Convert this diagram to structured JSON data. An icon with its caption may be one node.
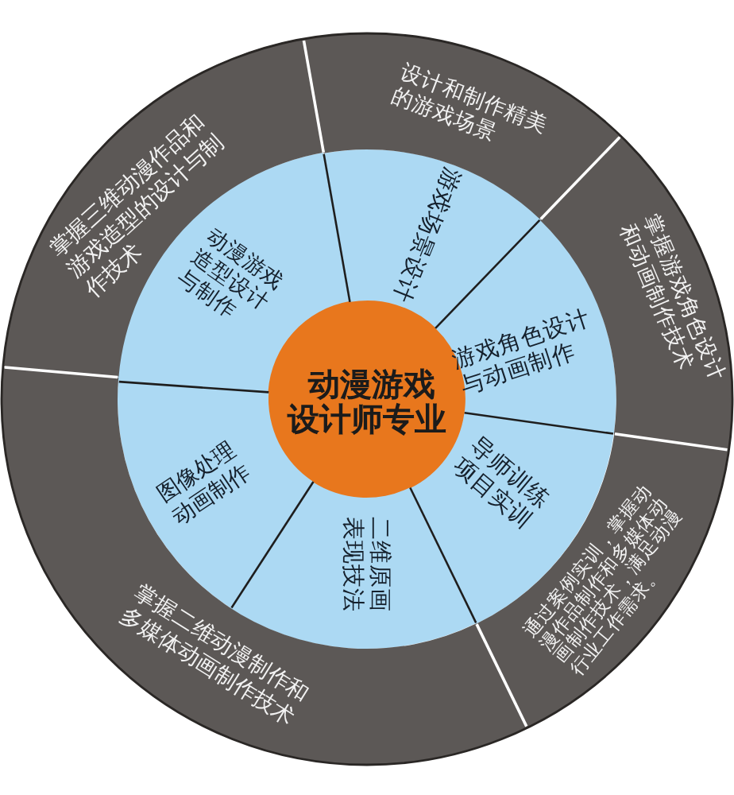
{
  "diagram": {
    "nodes": [
      {
        "text": [
          "动漫游戏设计师专业"
        ]
      },
      {
        "text": [
          "动漫游戏造型设计与制作"
        ]
      },
      {
        "text": [
          "游戏场景设计"
        ]
      },
      {
        "text": [
          "游戏角色设计与动画制作"
        ]
      },
      {
        "text": [
          "导师训练项目实训"
        ]
      },
      {
        "text": [
          "二维原画表现技法"
        ]
      },
      {
        "text": [
          "图像处理动画制作"
        ]
      },
      {
        "text": [
          "掌握三维动漫作品和游戏造型的设计与制作技术"
        ]
      },
      {
        "text": [
          "设计和制作精美的游戏场景"
        ]
      },
      {
        "text": [
          "掌握游戏角色设计和动画制作技术"
        ]
      },
      {
        "text": [
          "通过案例实训，掌握动漫作品制作和多媒体动画制作技术，满足动漫行业工作需求。"
        ]
      },
      {
        "text": [
          "掌握二维动漫制作和多媒体动画制作技术"
        ]
      }
    ]
  }
}
